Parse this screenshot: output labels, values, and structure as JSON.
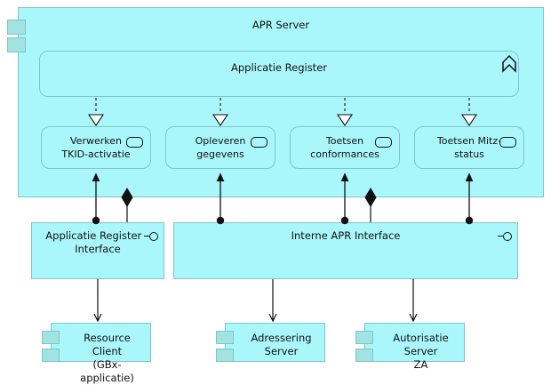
{
  "diagram": {
    "type": "uml-component-diagram",
    "background_color": "#ffffff",
    "fill_color": "#aaf7fb",
    "tab_fill_color": "#a0e3e0",
    "border_color": "#7fc5c9",
    "line_color": "#000000"
  },
  "package": {
    "title": "APR Server",
    "name": "apr-server-package"
  },
  "subsystem": {
    "title": "Applicatie Register",
    "icon": "chevron-up-icon"
  },
  "services": [
    {
      "line1": "Verwerken",
      "line2": "TKID-activatie",
      "icon": "application-service-icon"
    },
    {
      "line1": "Opleveren",
      "line2": "gegevens",
      "icon": "application-service-icon"
    },
    {
      "line1": "Toetsen",
      "line2": "conformances",
      "icon": "application-service-icon"
    },
    {
      "line1": "Toetsen Mitz-",
      "line2": "status",
      "icon": "application-service-icon"
    }
  ],
  "interfaces": [
    {
      "line1": "Applicatie Register –",
      "line2": "Interface",
      "icon": "provided-interface-lollipop-icon"
    },
    {
      "line1": "Interne APR Interface",
      "line2": "",
      "icon": "provided-interface-lollipop-icon"
    }
  ],
  "components": [
    {
      "line1": "Resource Client",
      "line2": "(GBx-applicatie)",
      "icon": "uml-component-icon"
    },
    {
      "line1": "Adressering",
      "line2": "Server",
      "icon": "uml-component-icon"
    },
    {
      "line1": "Autorisatie Server",
      "line2": "ZA",
      "icon": "uml-component-icon"
    }
  ]
}
